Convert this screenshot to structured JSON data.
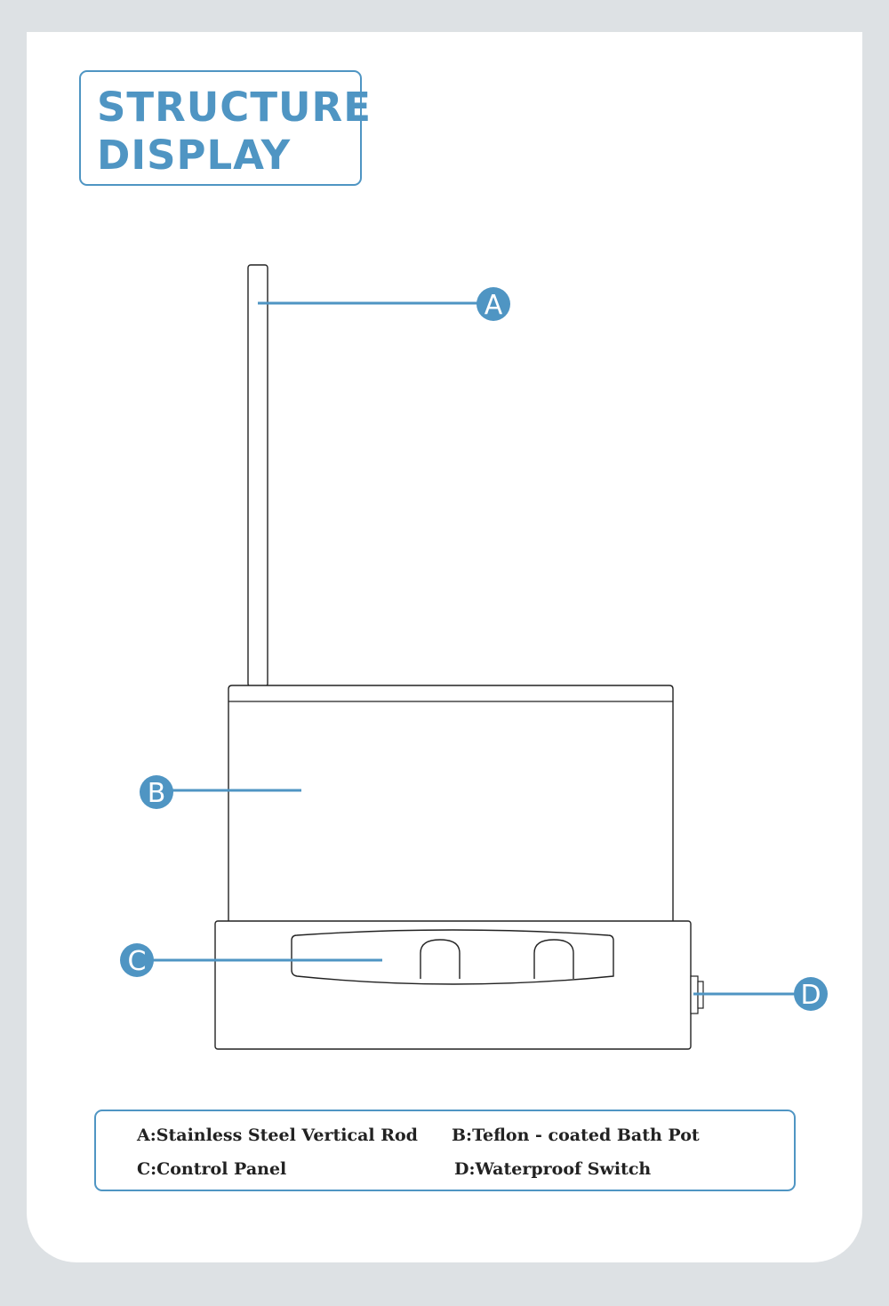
{
  "title": {
    "line1": "STRUCTURE",
    "line2": "DISPLAY"
  },
  "callouts": {
    "a": "A",
    "b": "B",
    "c": "C",
    "d": "D"
  },
  "legend": {
    "a": "A:Stainless Steel Vertical Rod",
    "b": "B:Teflon - coated Bath Pot",
    "c": "C:Control Panel",
    "d": "D:Waterproof Switch"
  },
  "colors": {
    "accent": "#4f95c3",
    "outline": "#222222",
    "background": "#dde1e4"
  }
}
